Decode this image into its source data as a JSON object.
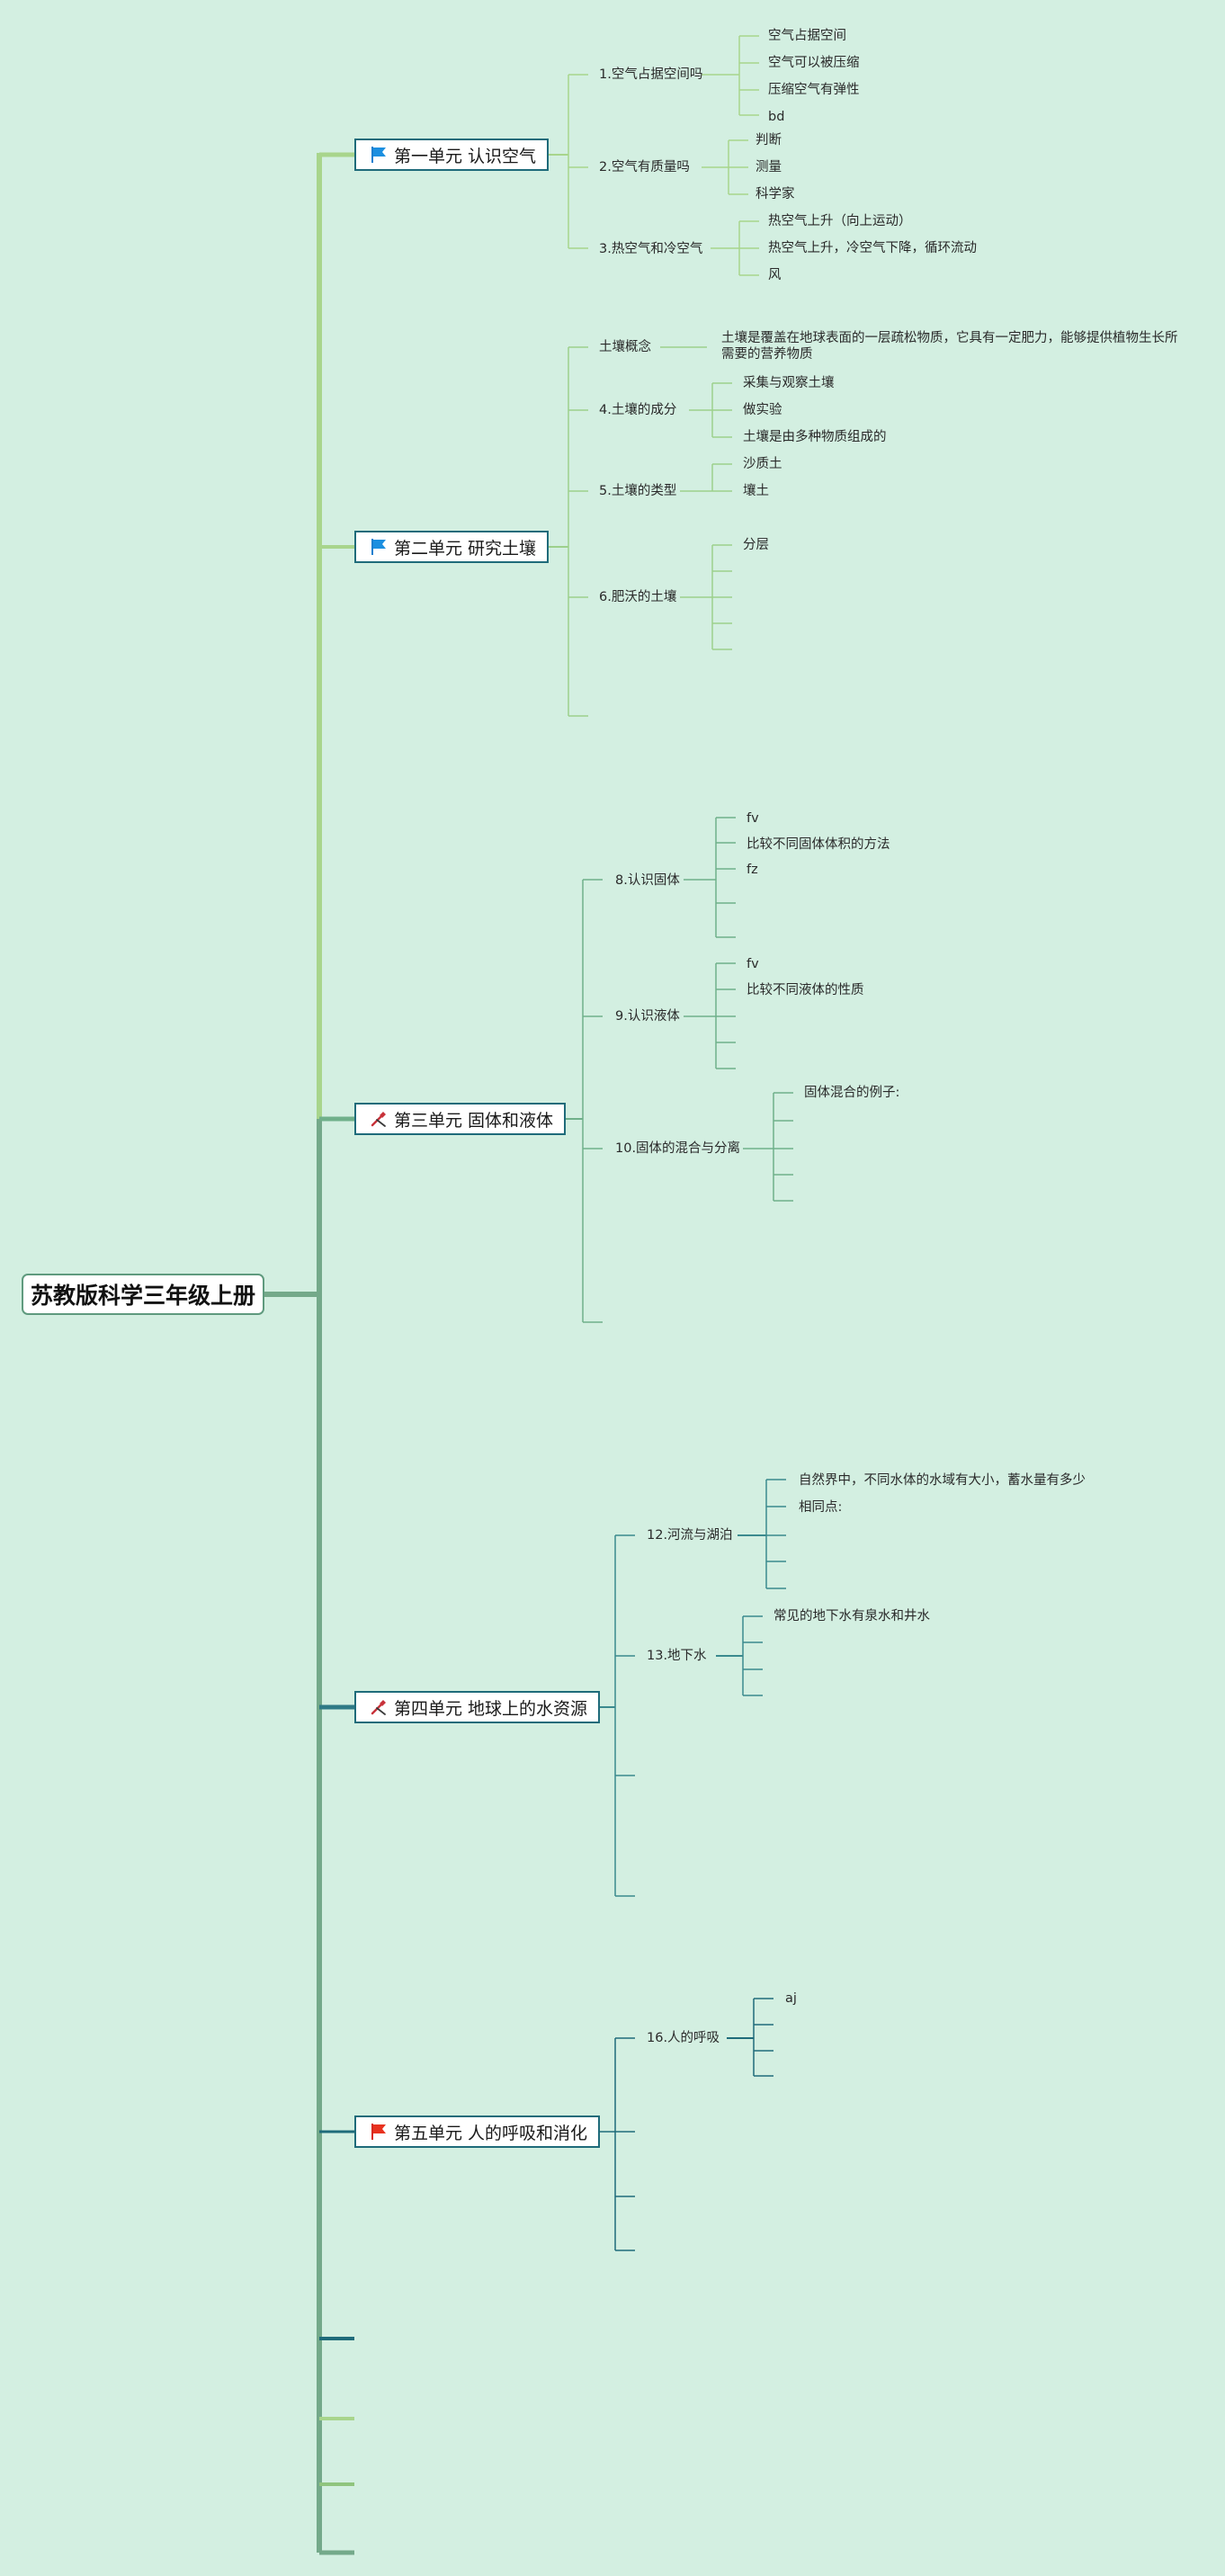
{
  "root": {
    "title": "苏教版科学三年级上册"
  },
  "colors": {
    "background": "#d3efe1",
    "unit_border": "#1f6b7a",
    "branch_light": "#a8d58c",
    "branch_mid": "#6fb08a",
    "branch_dark": "#1f6b7a"
  },
  "units": [
    {
      "label": "第一单元 认识空气",
      "icon": "blue-flag-icon",
      "lessons": [
        {
          "label": "1.空气占据空间吗",
          "items": [
            "空气占据空间",
            "空气可以被压缩",
            "压缩空气有弹性",
            "bd"
          ]
        },
        {
          "label": "2.空气有质量吗",
          "items": [
            "判断",
            "测量",
            "科学家"
          ]
        },
        {
          "label": "3.热空气和冷空气",
          "items": [
            "热空气上升（向上运动）",
            "热空气上升，冷空气下降，循环流动",
            "风"
          ]
        }
      ]
    },
    {
      "label": "第二单元 研究土壤",
      "icon": "blue-flag-icon",
      "lessons": [
        {
          "label": "土壤概念",
          "items": [
            "土壤是覆盖在地球表面的一层疏松物质，它具有一定肥力，能够提供植物生长所需要的营养物质"
          ]
        },
        {
          "label": "4.土壤的成分",
          "items": [
            "采集与观察土壤",
            "做实验",
            "土壤是由多种物质组成的"
          ]
        },
        {
          "label": "5.土壤的类型",
          "items": [
            "沙质土",
            "壤土"
          ]
        },
        {
          "label": "6.肥沃的土壤",
          "items": [
            "分层"
          ]
        }
      ]
    },
    {
      "label": "第三单元 固体和液体",
      "icon": "tools-icon",
      "lessons": [
        {
          "label": "8.认识固体",
          "items": [
            "fv",
            "比较不同固体体积的方法",
            "fz"
          ]
        },
        {
          "label": "9.认识液体",
          "items": [
            "fv",
            "比较不同液体的性质"
          ]
        },
        {
          "label": "10.固体的混合与分离",
          "items": [
            "固体混合的例子:"
          ]
        }
      ]
    },
    {
      "label": "第四单元 地球上的水资源",
      "icon": "tools-icon",
      "lessons": [
        {
          "label": "12.河流与湖泊",
          "items": [
            "自然界中，不同水体的水域有大小，蓄水量有多少",
            "相同点:"
          ]
        },
        {
          "label": "13.地下水",
          "items": [
            "常见的地下水有泉水和井水"
          ]
        }
      ]
    },
    {
      "label": "第五单元 人的呼吸和消化",
      "icon": "red-flag-icon",
      "lessons": [
        {
          "label": "16.人的呼吸",
          "items": [
            "aj"
          ]
        }
      ]
    }
  ]
}
